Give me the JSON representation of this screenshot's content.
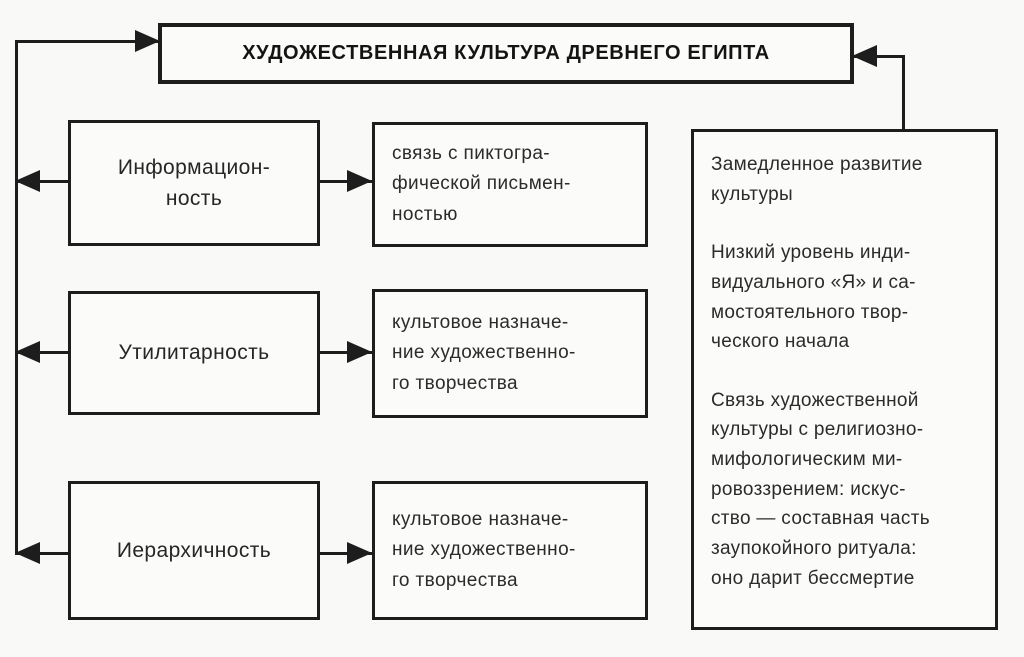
{
  "title": {
    "label": "ХУДОЖЕСТВЕННАЯ КУЛЬТУРА ДРЕВНЕГО ЕГИПТА"
  },
  "rows": [
    {
      "feature": "Информацион-\nность",
      "description": "связь с пиктогра-\nфической письмен-\nностью"
    },
    {
      "feature": "Утилитарность",
      "description": "культовое назначе-\nние художественно-\nго творчества"
    },
    {
      "feature": "Иерархичность",
      "description": "культовое назначе-\nние художественно-\nго творчества"
    }
  ],
  "right_panel": {
    "paragraphs": [
      "Замедленное развитие\nкультуры",
      "Низкий уровень инди-\nвидуального «Я» и са-\nмостоятельного твор-\nческого начала",
      "Связь художественной\nкультуры с религиозно-\nмифологическим ми-\nровоззрением: искус-\nство — составная часть\nзаупокойного ритуала:\nоно дарит бессмертие"
    ]
  },
  "colors": {
    "ink": "#1d1d1d",
    "paper": "#f9f9f7"
  }
}
